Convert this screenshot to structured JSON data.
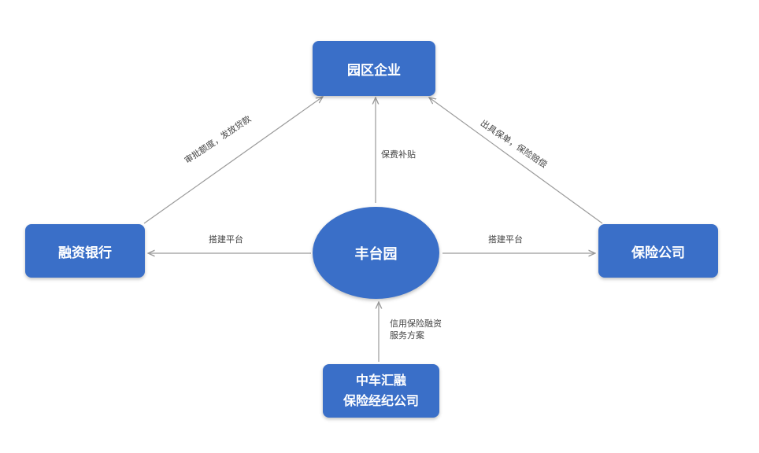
{
  "nodes": {
    "park_enterprise": "园区企业",
    "finance_bank": "融资银行",
    "fengtai_park": "丰台园",
    "insurance_company": "保险公司",
    "broker_line1": "中车汇融",
    "broker_line2": "保险经纪公司"
  },
  "edges": {
    "bank_to_enterprise": "审批额度，发放贷款",
    "park_to_enterprise": "保费补贴",
    "insurer_to_enterprise": "出具保单，保险赔偿",
    "park_to_bank": "搭建平台",
    "park_to_insurer": "搭建平台",
    "broker_to_park_line1": "信用保险融资",
    "broker_to_park_line2": "服务方案"
  },
  "colors": {
    "node_fill": "#3a6fc8",
    "arrow": "#9a9a9a"
  }
}
